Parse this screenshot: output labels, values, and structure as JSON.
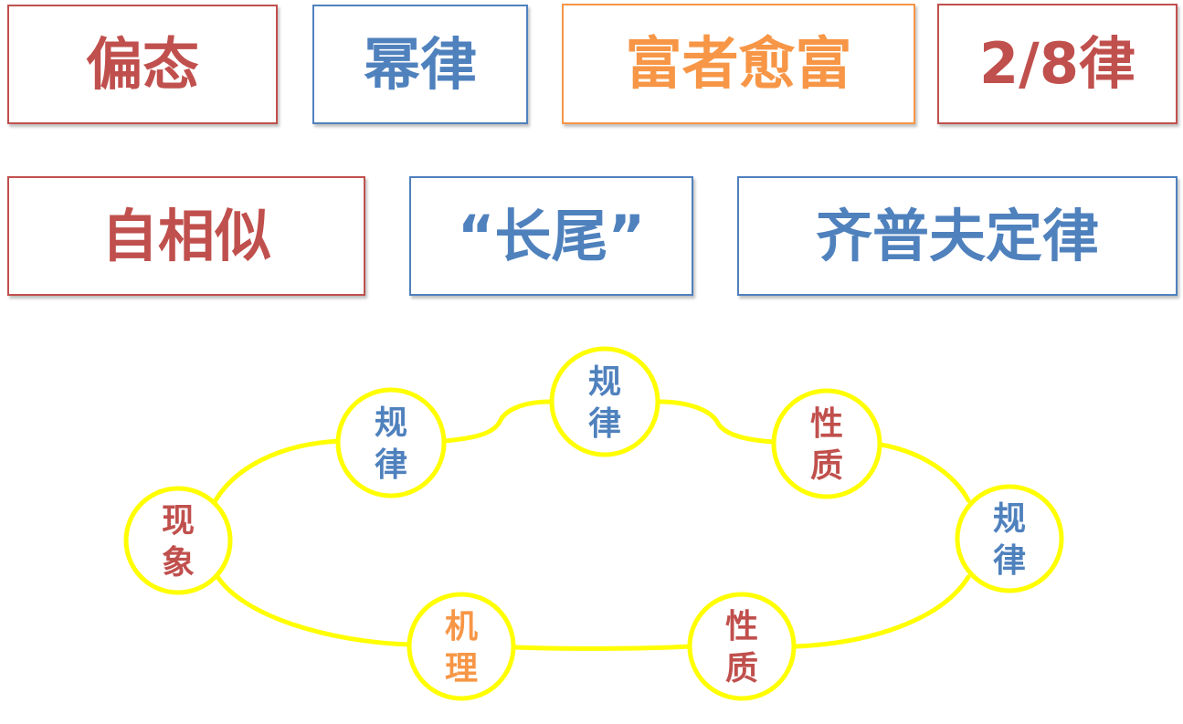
{
  "boxes": [
    {
      "id": "b1",
      "label": "偏态",
      "color": "#c0504d"
    },
    {
      "id": "b2",
      "label": "幂律",
      "color": "#4f81bd"
    },
    {
      "id": "b3",
      "label": "富者愈富",
      "color": "#f79646"
    },
    {
      "id": "b4",
      "label": "2/8律",
      "color": "#c0504d"
    },
    {
      "id": "b5",
      "label": "自相似",
      "color": "#c0504d"
    },
    {
      "id": "b6",
      "label": "“长尾”",
      "color": "#4f81bd"
    },
    {
      "id": "b7",
      "label": "齐普夫定律",
      "color": "#4f81bd"
    }
  ],
  "cycle": {
    "ring_color": "#ffff00",
    "ring_stroke_color": "#e8e000",
    "nodes": [
      {
        "key": "phenomenon",
        "line1": "现",
        "line2": "象",
        "color": "#c0504d"
      },
      {
        "key": "law_a",
        "line1": "规",
        "line2": "律",
        "color": "#4f81bd"
      },
      {
        "key": "law_b",
        "line1": "规",
        "line2": "律",
        "color": "#4f81bd"
      },
      {
        "key": "property_a",
        "line1": "性",
        "line2": "质",
        "color": "#c0504d"
      },
      {
        "key": "law_c",
        "line1": "规",
        "line2": "律",
        "color": "#4f81bd"
      },
      {
        "key": "property_b",
        "line1": "性",
        "line2": "质",
        "color": "#c0504d"
      },
      {
        "key": "mechanism",
        "line1": "机",
        "line2": "理",
        "color": "#f79646"
      }
    ]
  }
}
